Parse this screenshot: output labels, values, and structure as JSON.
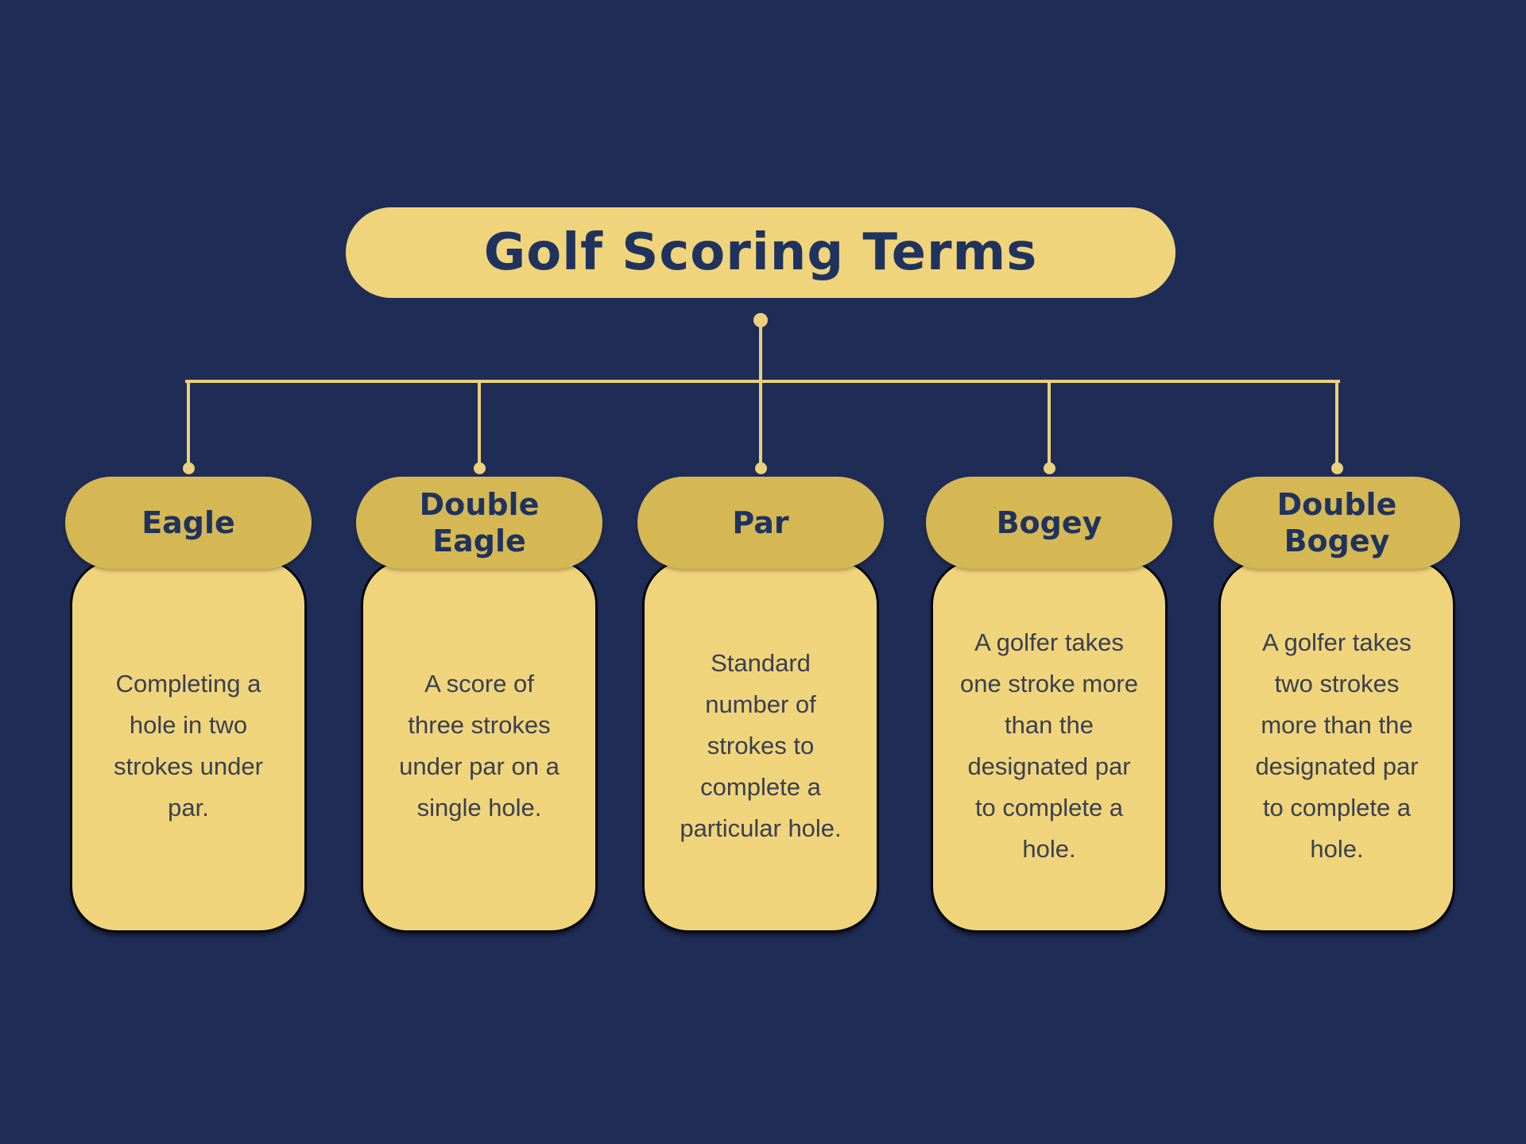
{
  "title": "Golf Scoring Terms",
  "theme": {
    "background": "#1f2c56",
    "gold_light": "#f0d47c",
    "gold_dark": "#d5b854",
    "connector": "#ecd07b",
    "heading_text": "#20335f",
    "body_text": "#39404f",
    "card_outline": "#06080f"
  },
  "cards": [
    {
      "title": "Eagle",
      "description": "Completing a\nhole in two\nstrokes under\npar."
    },
    {
      "title": "Double\nEagle",
      "description": "A score of\nthree strokes\nunder par on a\nsingle hole."
    },
    {
      "title": "Par",
      "description": "Standard\nnumber of\nstrokes to\ncomplete a\nparticular hole."
    },
    {
      "title": "Bogey",
      "description": "A golfer takes\none stroke more\nthan the\ndesignated par\nto complete a\nhole."
    },
    {
      "title": "Double\nBogey",
      "description": "A golfer takes\ntwo strokes\nmore than the\ndesignated par\nto complete a\nhole."
    }
  ]
}
